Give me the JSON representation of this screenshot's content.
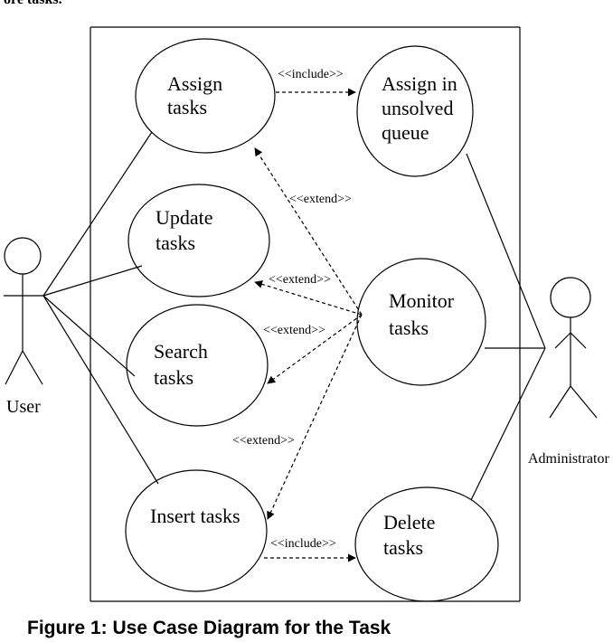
{
  "top_text": "ore tasks.",
  "caption": "Figure 1: Use Case Diagram for the Task",
  "actors": {
    "user": "User",
    "administrator": "Administrator"
  },
  "use_cases": {
    "assign": [
      "Assign",
      "tasks"
    ],
    "assign_unsolved": [
      "Assign in",
      "unsolved",
      "queue"
    ],
    "update": [
      "Update",
      "tasks"
    ],
    "monitor": [
      "Monitor",
      "tasks"
    ],
    "search": [
      "Search",
      "tasks"
    ],
    "insert": [
      "Insert tasks"
    ],
    "delete": [
      "Delete",
      "tasks"
    ]
  },
  "relations": {
    "include_top": "<<include>>",
    "extend_assign": "<<extend>>",
    "extend_update": "<<extend>>",
    "extend_search": "<<extend>>",
    "extend_insert": "<<extend>>",
    "include_bottom": "<<include>>"
  }
}
